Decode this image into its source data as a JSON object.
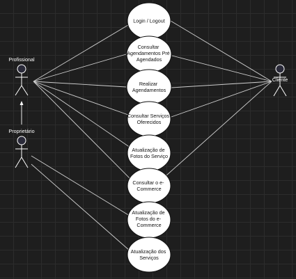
{
  "diagram": {
    "colors": {
      "background": "#1e1e1e",
      "grid": "#2c2c2c",
      "ellipse_fill": "#ffffff",
      "ellipse_stroke": "#111111",
      "ellipse_text": "#111111",
      "line": "#d0d0d0",
      "actor_head": "#2b2b3a",
      "actor_stroke": "#ffffff",
      "label": "#ffffff"
    },
    "actors": {
      "profissional": {
        "label": "Profissional"
      },
      "proprietario": {
        "label": "Proprietário"
      },
      "cliente": {
        "label": "Cliente"
      }
    },
    "use_cases": {
      "login": {
        "lines": [
          "Login / Logout"
        ]
      },
      "consultar_agendamentos": {
        "lines": [
          "Consultar",
          "Agendamentos Pré",
          "Agendados"
        ]
      },
      "realizar_agendamentos": {
        "lines": [
          "Realizar",
          "Agendamentos"
        ]
      },
      "consultar_servicos": {
        "lines": [
          "Consultar Serviços",
          "Oferecidos"
        ]
      },
      "fotos_servico": {
        "lines": [
          "Atualização de",
          "Fotos do Serviço"
        ]
      },
      "ecommerce": {
        "lines": [
          "Consultar o e-",
          "Commerce"
        ]
      },
      "fotos_ecommerce": {
        "lines": [
          "Atualização de",
          "Fotos do e-",
          "Commerce"
        ]
      },
      "atualizacao_servicos": {
        "lines": [
          "Atualização dos",
          "Serviços"
        ]
      }
    }
  }
}
